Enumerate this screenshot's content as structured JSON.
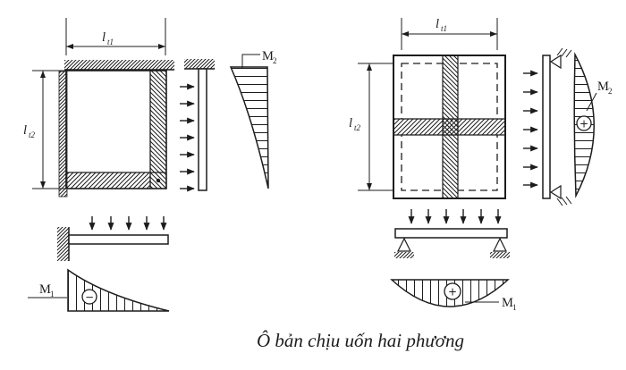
{
  "figure": {
    "caption": "Ô bản chịu uốn hai phương",
    "colors": {
      "ink": "#1c1c1c",
      "paper": "#ffffff"
    },
    "left_panel": {
      "dim_top": {
        "symbol": "l",
        "sub": "t1"
      },
      "dim_side": {
        "symbol": "l",
        "sub": "t2"
      },
      "moment_side": {
        "symbol": "M",
        "sub": "2"
      },
      "moment_bottom": {
        "symbol": "M",
        "sub": "1",
        "sign": "−"
      }
    },
    "right_panel": {
      "dim_top": {
        "symbol": "l",
        "sub": "t1"
      },
      "dim_side": {
        "symbol": "l",
        "sub": "t2"
      },
      "moment_side": {
        "symbol": "M",
        "sub": "2",
        "sign": "+"
      },
      "moment_bottom": {
        "symbol": "M",
        "sub": "1",
        "sign": "+"
      }
    }
  }
}
